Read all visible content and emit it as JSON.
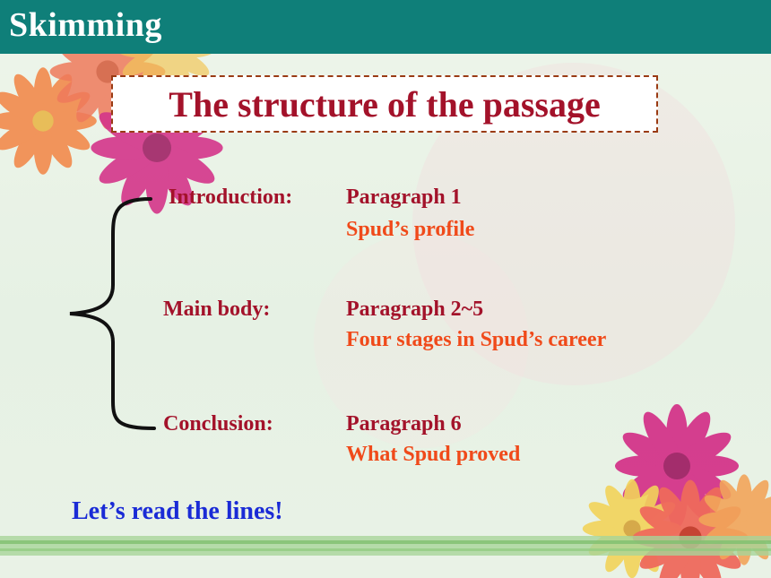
{
  "header": {
    "title": "Skimming"
  },
  "box_title": "The structure of the passage",
  "sections": [
    {
      "label": "Introduction:",
      "paragraph": "Paragraph 1",
      "desc": "Spud’s profile"
    },
    {
      "label": "Main body:",
      "paragraph": "Paragraph 2~5",
      "desc": "Four stages in Spud’s career"
    },
    {
      "label": "Conclusion:",
      "paragraph": "Paragraph 6",
      "desc": "What Spud proved"
    }
  ],
  "footer": "Let’s read the lines!",
  "colors": {
    "header_bg": "#0f7f79",
    "title_red": "#a3122a",
    "desc_orange": "#f04a1a",
    "footer_blue": "#1a2bd6"
  }
}
